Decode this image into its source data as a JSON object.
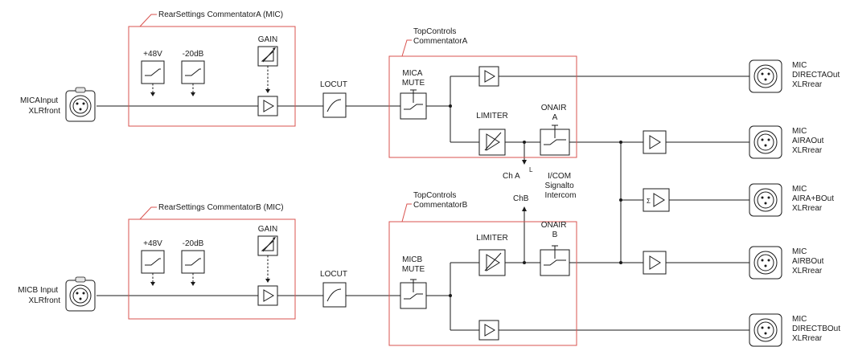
{
  "inputs": {
    "a": [
      "MICAInput",
      "XLRfront"
    ],
    "b": [
      "MICB Input",
      "XLRfront"
    ]
  },
  "groups": {
    "rear_a": "RearSettings CommentatorA  (MIC)",
    "rear_b": "RearSettings CommentatorB  (MIC)",
    "top_a": [
      "TopControls",
      "CommentatorA"
    ],
    "top_b": [
      "TopControls",
      "CommentatorB"
    ]
  },
  "labels": {
    "p48": "+48V",
    "pad": "-20dB",
    "gain": "GAIN",
    "locut": "LOCUT",
    "mute_a": [
      "MICA",
      "MUTE"
    ],
    "mute_b": [
      "MICB",
      "MUTE"
    ],
    "limiter": "LIMITER",
    "onair_a": [
      "ONAIR",
      "A"
    ],
    "onair_b": [
      "ONAIR",
      "B"
    ],
    "cha": "Ch A",
    "chb": "ChB",
    "intercom": [
      "I/COM",
      "Signalto",
      "Intercom"
    ],
    "sum_glyph": "Σ"
  },
  "outputs": [
    [
      "MIC",
      "DIRECTAOut",
      "XLRrear"
    ],
    [
      "MIC",
      "AIRAOut",
      "XLRrear"
    ],
    [
      "MIC",
      "AIRA+BOut",
      "XLRrear"
    ],
    [
      "MIC",
      "AIRBOut",
      "XLRrear"
    ],
    [
      "MIC",
      "DIRECTBOut",
      "XLRrear"
    ]
  ],
  "icons": {
    "xlr": "xlr-connector-icon",
    "switch": "switch-icon",
    "amp": "amplifier-triangle-icon",
    "gain": "variable-gain-icon",
    "locut": "low-cut-filter-icon",
    "limiter": "limiter-icon",
    "sum": "summing-amplifier-icon"
  }
}
